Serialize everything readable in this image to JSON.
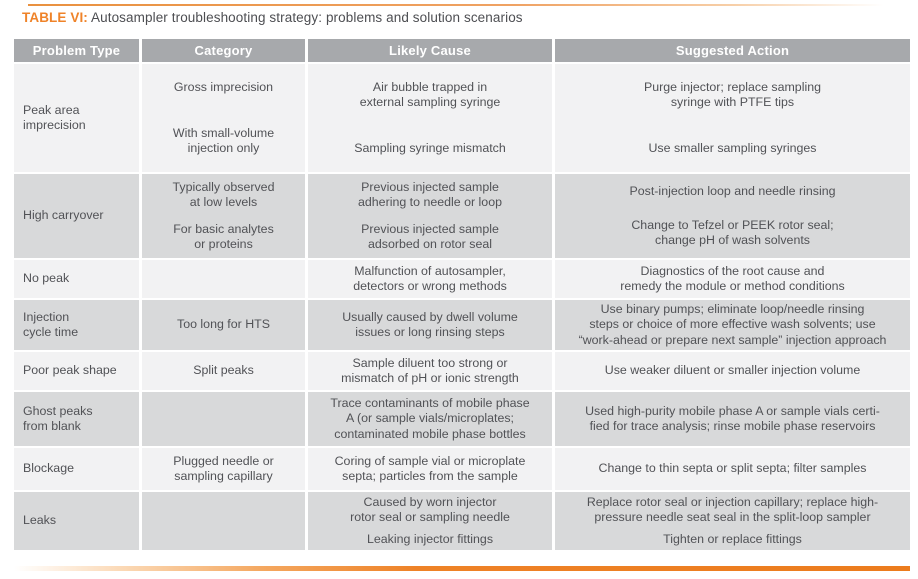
{
  "title": {
    "label": "TABLE VI:",
    "text": " Autosampler troubleshooting strategy: problems and solution scenarios"
  },
  "colors": {
    "accent_orange": "#ef8329",
    "header_bg": "#a7a9ac",
    "row_light": "#f2f2f3",
    "row_dark": "#d8d9da",
    "header_text": "#ffffff",
    "body_text": "#515256"
  },
  "table": {
    "columns": [
      "Problem Type",
      "Category",
      "Likely Cause",
      "Suggested Action"
    ],
    "rows": [
      {
        "shade": "light",
        "problem": [
          "Peak area",
          "imprecision"
        ],
        "category": [
          [
            "Gross imprecision"
          ],
          [
            "With small-volume",
            "injection only"
          ]
        ],
        "cause": [
          [
            "Air bubble trapped in",
            "external sampling syringe"
          ],
          [
            "Sampling syringe mismatch"
          ]
        ],
        "action": [
          [
            "Purge injector; replace sampling",
            "syringe with PTFE tips"
          ],
          [
            "Use smaller sampling syringes"
          ]
        ]
      },
      {
        "shade": "dark",
        "problem": [
          "High carryover"
        ],
        "category": [
          [
            "Typically observed",
            "at low levels"
          ],
          [
            "For basic analytes",
            "or proteins"
          ]
        ],
        "cause": [
          [
            "Previous injected sample",
            "adhering to needle or loop"
          ],
          [
            "Previous injected sample",
            "adsorbed on rotor seal"
          ]
        ],
        "action": [
          [
            "Post-injection loop and needle rinsing"
          ],
          [
            "Change to Tefzel or PEEK rotor seal;",
            "change pH of wash solvents"
          ]
        ]
      },
      {
        "shade": "light",
        "problem": [
          "No peak"
        ],
        "category": [],
        "cause": [
          [
            "Malfunction of autosampler,",
            "detectors or wrong methods"
          ]
        ],
        "action": [
          [
            "Diagnostics of the root cause and",
            "remedy the module or method conditions"
          ]
        ]
      },
      {
        "shade": "dark",
        "problem": [
          "Injection",
          "cycle time"
        ],
        "category": [
          [
            "Too long for HTS"
          ]
        ],
        "cause": [
          [
            "Usually caused by dwell volume",
            "issues or long rinsing steps"
          ]
        ],
        "action": [
          [
            "Use binary pumps; eliminate loop/needle rinsing",
            "steps or choice of more effective wash solvents; use",
            "“work-ahead or prepare next sample” injection approach"
          ]
        ]
      },
      {
        "shade": "light",
        "problem": [
          "Poor peak shape"
        ],
        "category": [
          [
            "Split peaks"
          ]
        ],
        "cause": [
          [
            "Sample diluent too strong or",
            "mismatch of pH or ionic strength"
          ]
        ],
        "action": [
          [
            "Use weaker diluent or smaller injection volume"
          ]
        ]
      },
      {
        "shade": "dark",
        "problem": [
          "Ghost peaks",
          "from blank"
        ],
        "category": [],
        "cause": [
          [
            "Trace contaminants of mobile phase",
            "A (or sample vials/microplates;",
            "contaminated mobile phase bottles"
          ]
        ],
        "action": [
          [
            "Used high-purity mobile phase A or sample vials certi-",
            "fied for trace analysis; rinse mobile phase reservoirs"
          ]
        ]
      },
      {
        "shade": "light",
        "problem": [
          "Blockage"
        ],
        "category": [
          [
            "Plugged needle or",
            "sampling capillary"
          ]
        ],
        "cause": [
          [
            "Coring of sample vial or microplate",
            "septa; particles from the sample"
          ]
        ],
        "action": [
          [
            "Change to thin septa or split septa; filter samples"
          ]
        ]
      },
      {
        "shade": "dark",
        "problem": [
          "Leaks"
        ],
        "category": [],
        "cause": [
          [
            "Caused by worn injector",
            "rotor seal or sampling needle"
          ],
          [
            "Leaking injector fittings"
          ]
        ],
        "action": [
          [
            "Replace rotor seal or injection capillary; replace high-",
            "pressure needle seat seal in the split-loop sampler"
          ],
          [
            "Tighten or replace fittings"
          ]
        ]
      }
    ]
  }
}
